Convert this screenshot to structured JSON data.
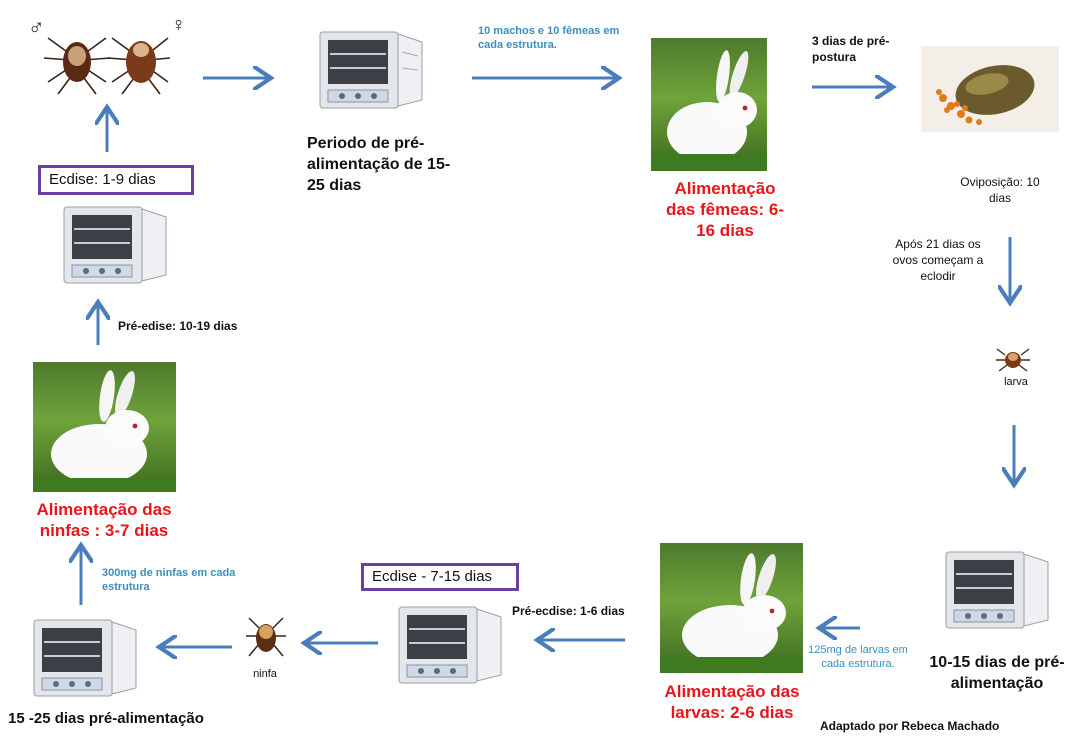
{
  "symbols": {
    "male": "♂",
    "female": "♀"
  },
  "labels": {
    "periodo_pre": "Periodo de pré-alimentação de 15-25 dias",
    "nota_machos_femeas": "10 machos e 10 fêmeas em cada estrutura.",
    "alim_femeas": "Alimentação das fêmeas: 6-16 dias",
    "pre_postura": "3 dias de pré-postura",
    "oviposicao": "Oviposição: 10 dias",
    "eclodir": "Após 21 dias os ovos começam a eclodir",
    "larva": "larva",
    "pre_alim_larvas": "10-15 dias de pré-alimentação",
    "nota_larvas": "125mg de larvas em cada estrutura.",
    "alim_larvas": "Alimentação das larvas: 2-6 dias",
    "pre_ecdise": "Pré-ecdise: 1-6 dias",
    "ecdise_ninfa": "Ecdise - 7-15 dias",
    "ninfa": "ninfa",
    "pre_alim_ninfas": "15 -25 dias pré-alimentação",
    "nota_ninfas": "300mg de ninfas em cada estrutura",
    "alim_ninfas": "Alimentação das ninfas : 3-7 dias",
    "pre_edise": "Pré-edise: 10-19 dias",
    "ecdise_adulto": "Ecdise: 1-9 dias",
    "credito": "Adaptado por  Rebeca Machado"
  },
  "colors": {
    "arrow": "#4a7ebb",
    "red_text": "#e8161b",
    "blue_note": "#3a8fbf",
    "box_border": "#6b3fa0"
  }
}
